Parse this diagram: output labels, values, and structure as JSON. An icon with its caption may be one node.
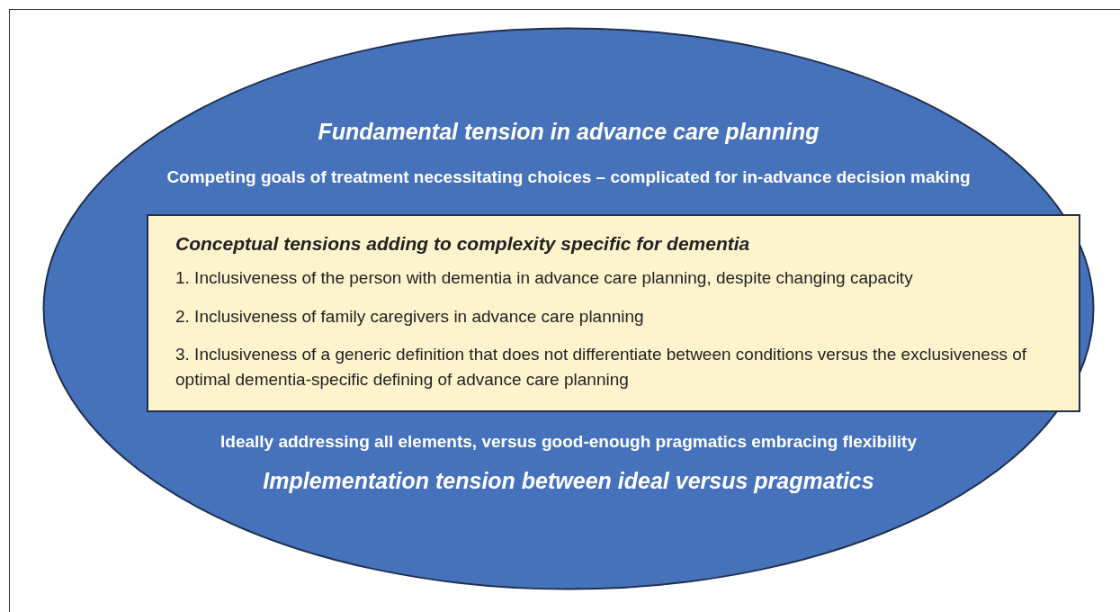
{
  "diagram": {
    "nodes": [
      {
        "text": [
          "Fundamental tension in advance care planning",
          "Competing goals of treatment necessitating choices – complicated for in-advance decision making",
          "Ideally addressing all elements, versus good-enough pragmatics embracing flexibility",
          "Implementation tension between ideal versus pragmatics"
        ]
      },
      {
        "text": [
          "Conceptual tensions adding to complexity specific for dementia",
          "1. Inclusiveness of the person with dementia in advance care planning, despite changing capacity",
          "2. Inclusiveness of family caregivers in advance care planning",
          "3. Inclusiveness of a generic definition that does not differentiate between conditions versus the exclusiveness of optimal dementia-specific defining of advance care planning"
        ],
        "in": 0
      }
    ]
  }
}
